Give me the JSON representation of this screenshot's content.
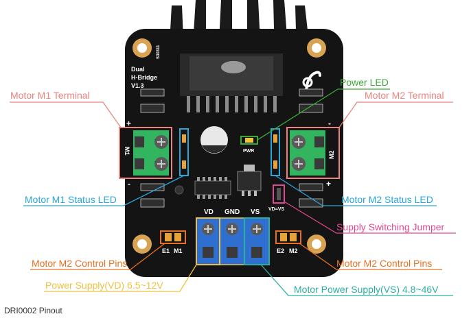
{
  "board": {
    "product_text": [
      "Dual",
      "H-Bridge",
      "V1.3"
    ],
    "serial": "S30311",
    "pwr_label": "PWR",
    "jumper_label": "VD=VS",
    "m1_label": "M1",
    "m2_label": "M2",
    "plus": "+",
    "minus": "-",
    "left_pins": [
      "E1",
      "M1"
    ],
    "right_pins": [
      "E2",
      "M2"
    ],
    "terminal_labels": [
      "VD",
      "GND",
      "VS"
    ]
  },
  "callouts": {
    "motor_m1_terminal": "Motor M1 Terminal",
    "motor_m2_terminal": "Motor M2 Terminal",
    "power_led": "Power  LED",
    "motor_m1_status_led": "Motor M1 Status LED",
    "motor_m2_status_led": "Motor M2 Status LED",
    "supply_switching_jumper": "Supply Switching Jumper",
    "motor_m2_control_pins_left": "Motor M2 Control Pins",
    "motor_m2_control_pins_right": "Motor M2 Control Pins",
    "power_supply_vd": "Power Supply(VD) 6.5~12V",
    "motor_power_supply_vs": "Motor Power Supply(VS) 4.8~46V"
  },
  "colors": {
    "m_terminal": "#e9857d",
    "power_led": "#3aa935",
    "status_led": "#2aa6d8",
    "jumper": "#e0488f",
    "control_pins": "#e8701f",
    "power_supply_vd": "#f0c23c",
    "motor_power_vs": "#2bb0a0"
  },
  "caption": "DRI0002 Pinout"
}
